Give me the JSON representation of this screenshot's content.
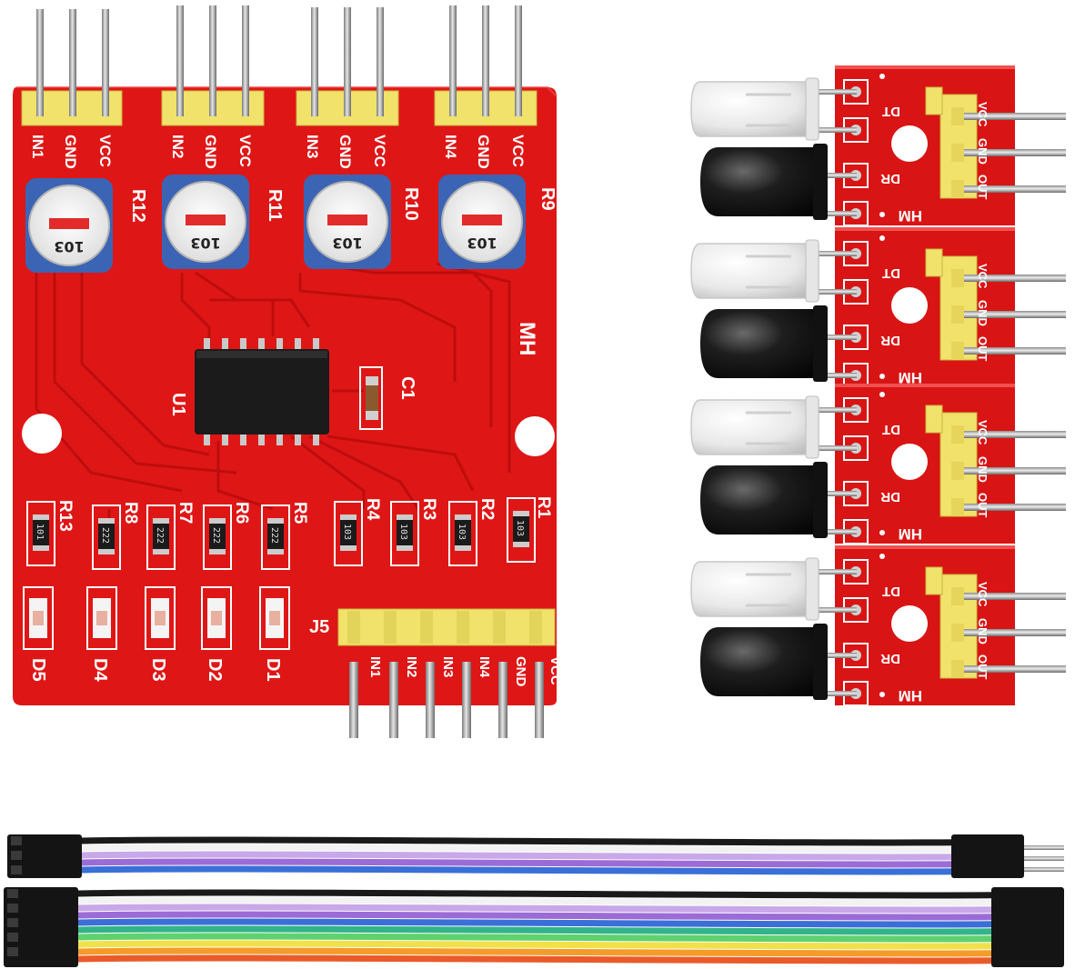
{
  "main_board": {
    "silkscreen_brand": "MH",
    "cap_label": "C1",
    "ic_label": "U1",
    "connector_label": "J5",
    "pot_labels": [
      "R12",
      "R11",
      "R10",
      "R9"
    ],
    "pot_code": "103",
    "header_pins": [
      [
        "IN1",
        "GND",
        "VCC"
      ],
      [
        "IN2",
        "GND",
        "VCC"
      ],
      [
        "IN3",
        "GND",
        "VCC"
      ],
      [
        "IN4",
        "GND",
        "VCC"
      ]
    ],
    "resistor_labels": [
      "R13",
      "R8",
      "R7",
      "R6",
      "R5",
      "R4",
      "R3",
      "R2",
      "R1"
    ],
    "resistor_codes": [
      "101",
      "222",
      "222",
      "222",
      "222",
      "103",
      "103",
      "103",
      "103"
    ],
    "led_labels": [
      "D5",
      "D4",
      "D3",
      "D2",
      "D1"
    ],
    "output_pins": [
      "IN1",
      "IN2",
      "IN3",
      "IN4",
      "GND",
      "VCC"
    ]
  },
  "sensor_modules": {
    "count": 4,
    "pad_labels": [
      "DT",
      "DR"
    ],
    "brand": "HM",
    "pin_labels": [
      "VCC",
      "GND",
      "OUT"
    ]
  },
  "cables": {
    "wire_colors": [
      "#1a1a1a",
      "#f2f2f2",
      "#c8a8e8",
      "#9b6bd6",
      "#3a6fd8",
      "#33b38a",
      "#5fd16e",
      "#f1e04a",
      "#f49b2a",
      "#ea5b2a",
      "#d8342b",
      "#8a5a3a",
      "#888888",
      "#e07ab8"
    ]
  },
  "colors": {
    "pcb_red": "#df1616",
    "header_yellow": "#f0e26a",
    "pot_blue": "#3c64b4"
  }
}
